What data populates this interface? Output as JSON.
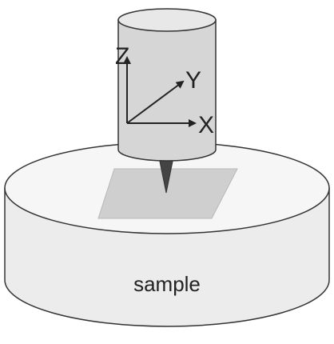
{
  "labels": {
    "axis_z": "Z",
    "axis_y": "Y",
    "axis_x": "X",
    "sample": "sample"
  },
  "colors": {
    "cylinder_fill": "#d6d6d6",
    "stage_fill": "#ececec",
    "scan_area_fill": "#cfcfcf",
    "outline": "#333333",
    "text": "#222222"
  },
  "icons": {
    "probe_tip": "probe-tip-icon",
    "axis_arrows": "xyz-axes-icon"
  }
}
